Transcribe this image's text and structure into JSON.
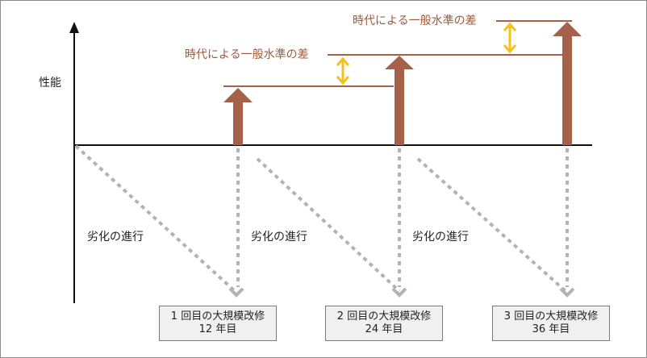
{
  "colors": {
    "arrow": "#a5614a",
    "line": "#a5614a",
    "annotation_text": "#9c5a3c",
    "gap_arrow": "#f2c21b",
    "degradation": "#b3b3b3",
    "axis": "#111111",
    "box_fill": "#f0f0f0"
  },
  "axis": {
    "y_label": "性能"
  },
  "gap_labels": [
    "時代による一般水準の差",
    "時代による一般水準の差"
  ],
  "degradation_labels": [
    "劣化の進行",
    "劣化の進行",
    "劣化の進行"
  ],
  "renovations": [
    {
      "title": "1 回目の大規模改修",
      "year": "12 年目"
    },
    {
      "title": "2 回目の大規模改修",
      "year": "24 年目"
    },
    {
      "title": "3 回目の大規模改修",
      "year": "36 年目"
    }
  ]
}
